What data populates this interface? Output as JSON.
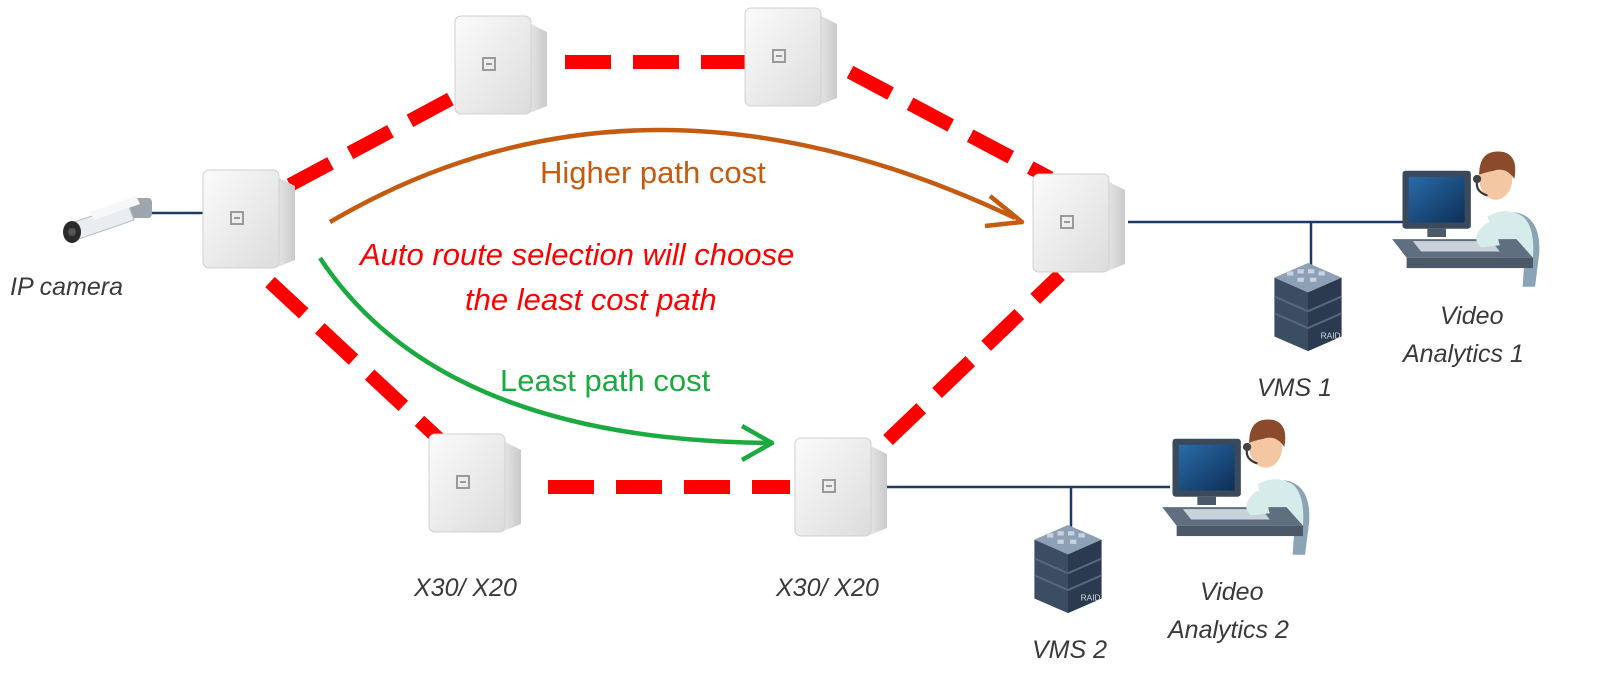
{
  "colors": {
    "link_dashed": "#ff0000",
    "higher_path": "#c55a11",
    "least_path": "#1aaa3f",
    "note": "#ff0000",
    "wired_line": "#1f3864",
    "label": "#3a3a3a"
  },
  "labels": {
    "ip_camera": "IP camera",
    "radio_left": "X30/ X20",
    "radio_right": "X30/ X20",
    "vms1": "VMS 1",
    "vms2": "VMS 2",
    "va1_line1": "Video",
    "va1_line2": "Analytics 1",
    "va2_line1": "Video",
    "va2_line2": "Analytics 2"
  },
  "paths": {
    "higher": "Higher path cost",
    "least": "Least path cost"
  },
  "note": {
    "line1": "Auto route selection will choose",
    "line2": "the least cost path"
  },
  "icons": {
    "camera": "ip-camera-icon",
    "radio": "radio-unit-icon",
    "server": "raid-server-icon",
    "workstation": "operator-workstation-icon"
  }
}
